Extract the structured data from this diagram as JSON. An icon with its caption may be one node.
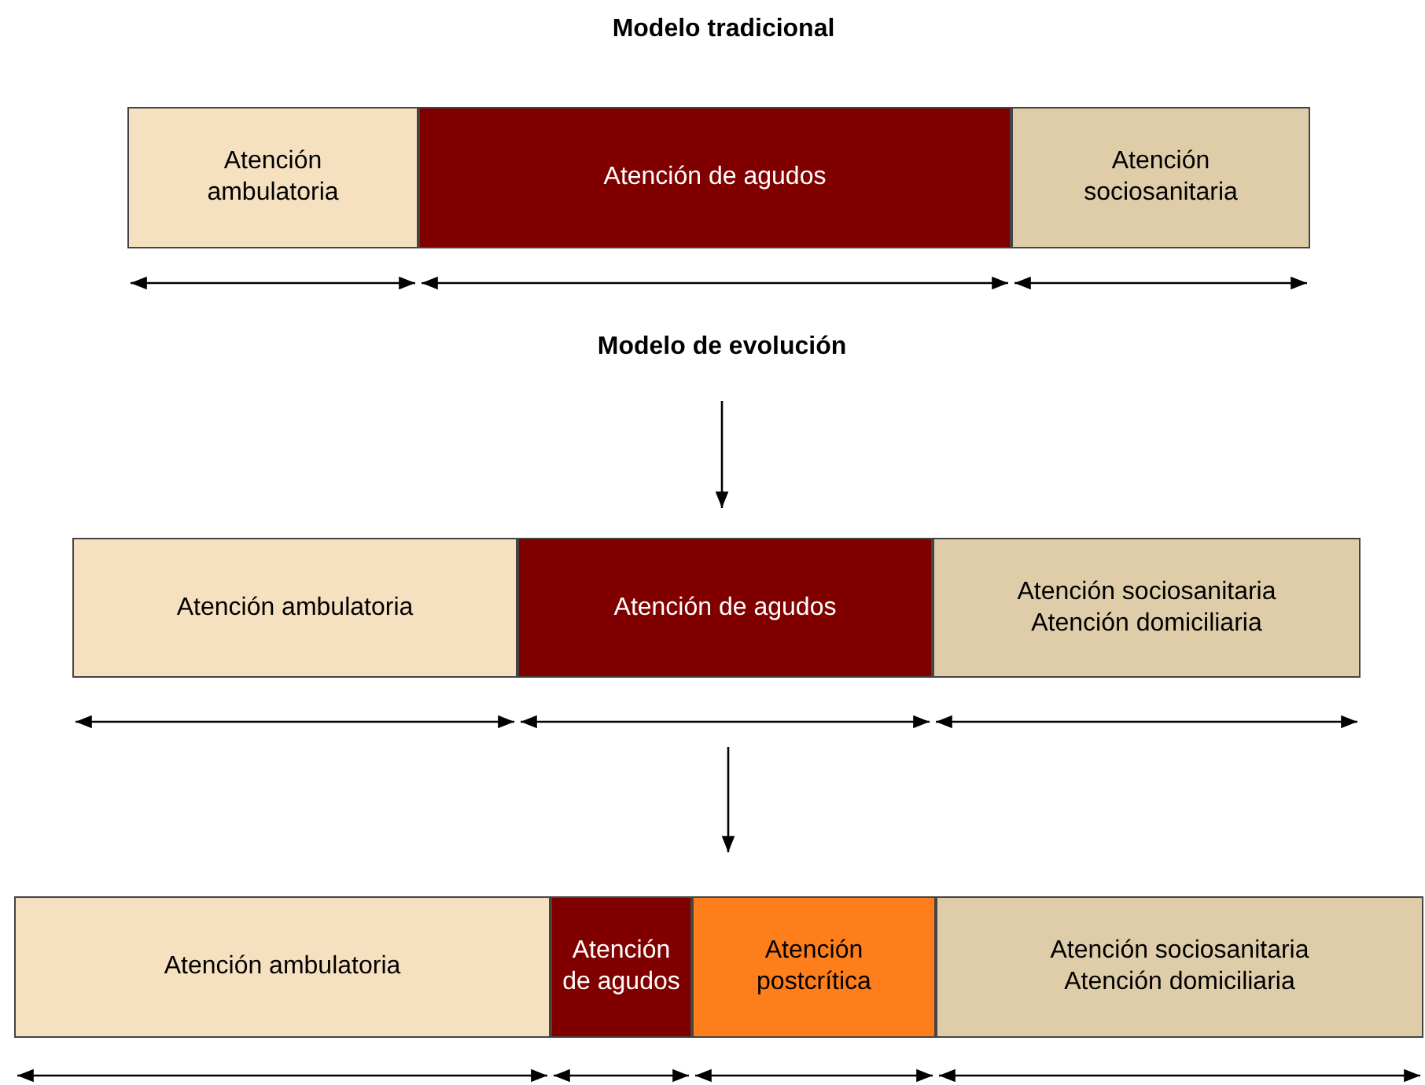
{
  "diagram": {
    "title": "Modelo tradicional",
    "nodes": [
      {
        "text": [
          "Atención ambulatoria"
        ]
      },
      {
        "text": [
          "Atención de agudos"
        ]
      },
      {
        "text": [
          "Atención sociosanitaria"
        ]
      },
      {
        "text": [
          "Atención ambulatoria"
        ]
      },
      {
        "text": [
          "Atención de agudos"
        ]
      },
      {
        "text": [
          "Atención sociosanitaria",
          "Atención domiciliaria"
        ]
      },
      {
        "text": [
          "Atención ambulatoria"
        ]
      },
      {
        "text": [
          "Atención de agudos"
        ]
      },
      {
        "text": [
          "Atención postcrítica"
        ]
      },
      {
        "text": [
          "Atención sociosanitaria",
          "Atención domiciliaria"
        ]
      }
    ],
    "labels": [
      "Modelo de evolución"
    ]
  }
}
